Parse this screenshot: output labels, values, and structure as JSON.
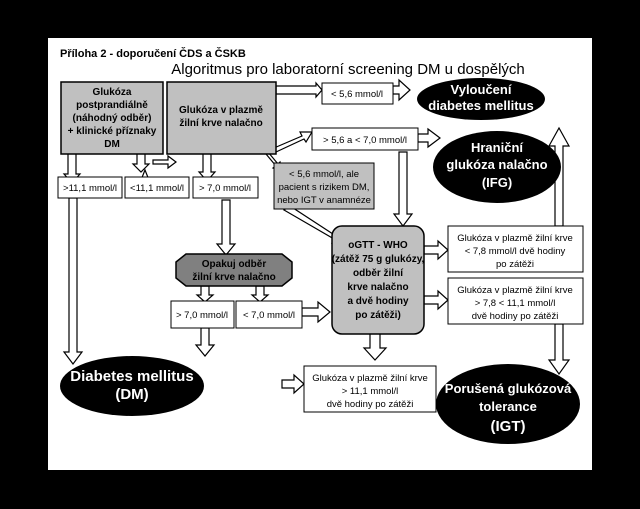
{
  "header": {
    "attachment": "Příloha 2 - doporučení ČDS  a ČSKB",
    "title": "Algoritmus pro laboratorní screening DM u dospělých"
  },
  "nodes": {
    "glukoza_postprandialne": [
      "Glukóza",
      "postprandiálně",
      "(náhodný odběr)",
      "+ klinické příznaky",
      "DM"
    ],
    "glukoza_nalacno": [
      "Glukóza v plazmě",
      "žilní krve nalačno"
    ],
    "vylouceni": [
      "Vyloučení",
      "diabetes mellitus"
    ],
    "ifg": [
      "Hraniční",
      "glukóza nalačno",
      "(IFG)"
    ],
    "ogtt": [
      "oGTT - WHO",
      "(zátěž 75 g glukózy,",
      "odběr žilní",
      "krve nalačno",
      "a dvě hodiny",
      "po zátěži)"
    ],
    "opakuj": [
      "Opakuj odběr",
      "žilní krve nalačno"
    ],
    "dm": [
      "Diabetes mellitus",
      "(DM)"
    ],
    "igt": [
      "Porušená glukózová",
      "tolerance",
      "(IGT)"
    ]
  },
  "labels": {
    "lt56": "< 5,6 mmol/l",
    "ge56_lt70": "> 5,6 a < 7,0 mmol/l",
    "ge111_left": ">11,1 mmol/l",
    "lt111_left": "<11,1 mmol/l",
    "ge70_top": "> 7,0 mmol/l",
    "risk": [
      "< 5,6 mmol/l, ale",
      "pacient s rizikem DM,",
      "nebo IGT v anamnéze"
    ],
    "ge70_bottom": "> 7,0 mmol/l",
    "lt70_bottom": "< 7,0 mmol/l",
    "res_lt78": [
      "Glukóza v  plazmě žilní krve",
      "< 7,8 mmol/l dvě hodiny",
      "po zátěži"
    ],
    "res_78_111": [
      "Glukóza v plazmě žilní krve",
      "> 7,8 < 11,1  mmol/l",
      "dvě hodiny po zátěži"
    ],
    "res_ge111": [
      "Glukóza v plazmě žilní krve",
      "> 11,1 mmol/l",
      "dvě hodiny po zátěži"
    ]
  },
  "colors": {
    "background": "#000000",
    "panel": "#ffffff",
    "box_fill": "#c0c0c0",
    "ellipse_fill": "#000000",
    "text_light": "#ffffff",
    "text_dark": "#000000"
  }
}
